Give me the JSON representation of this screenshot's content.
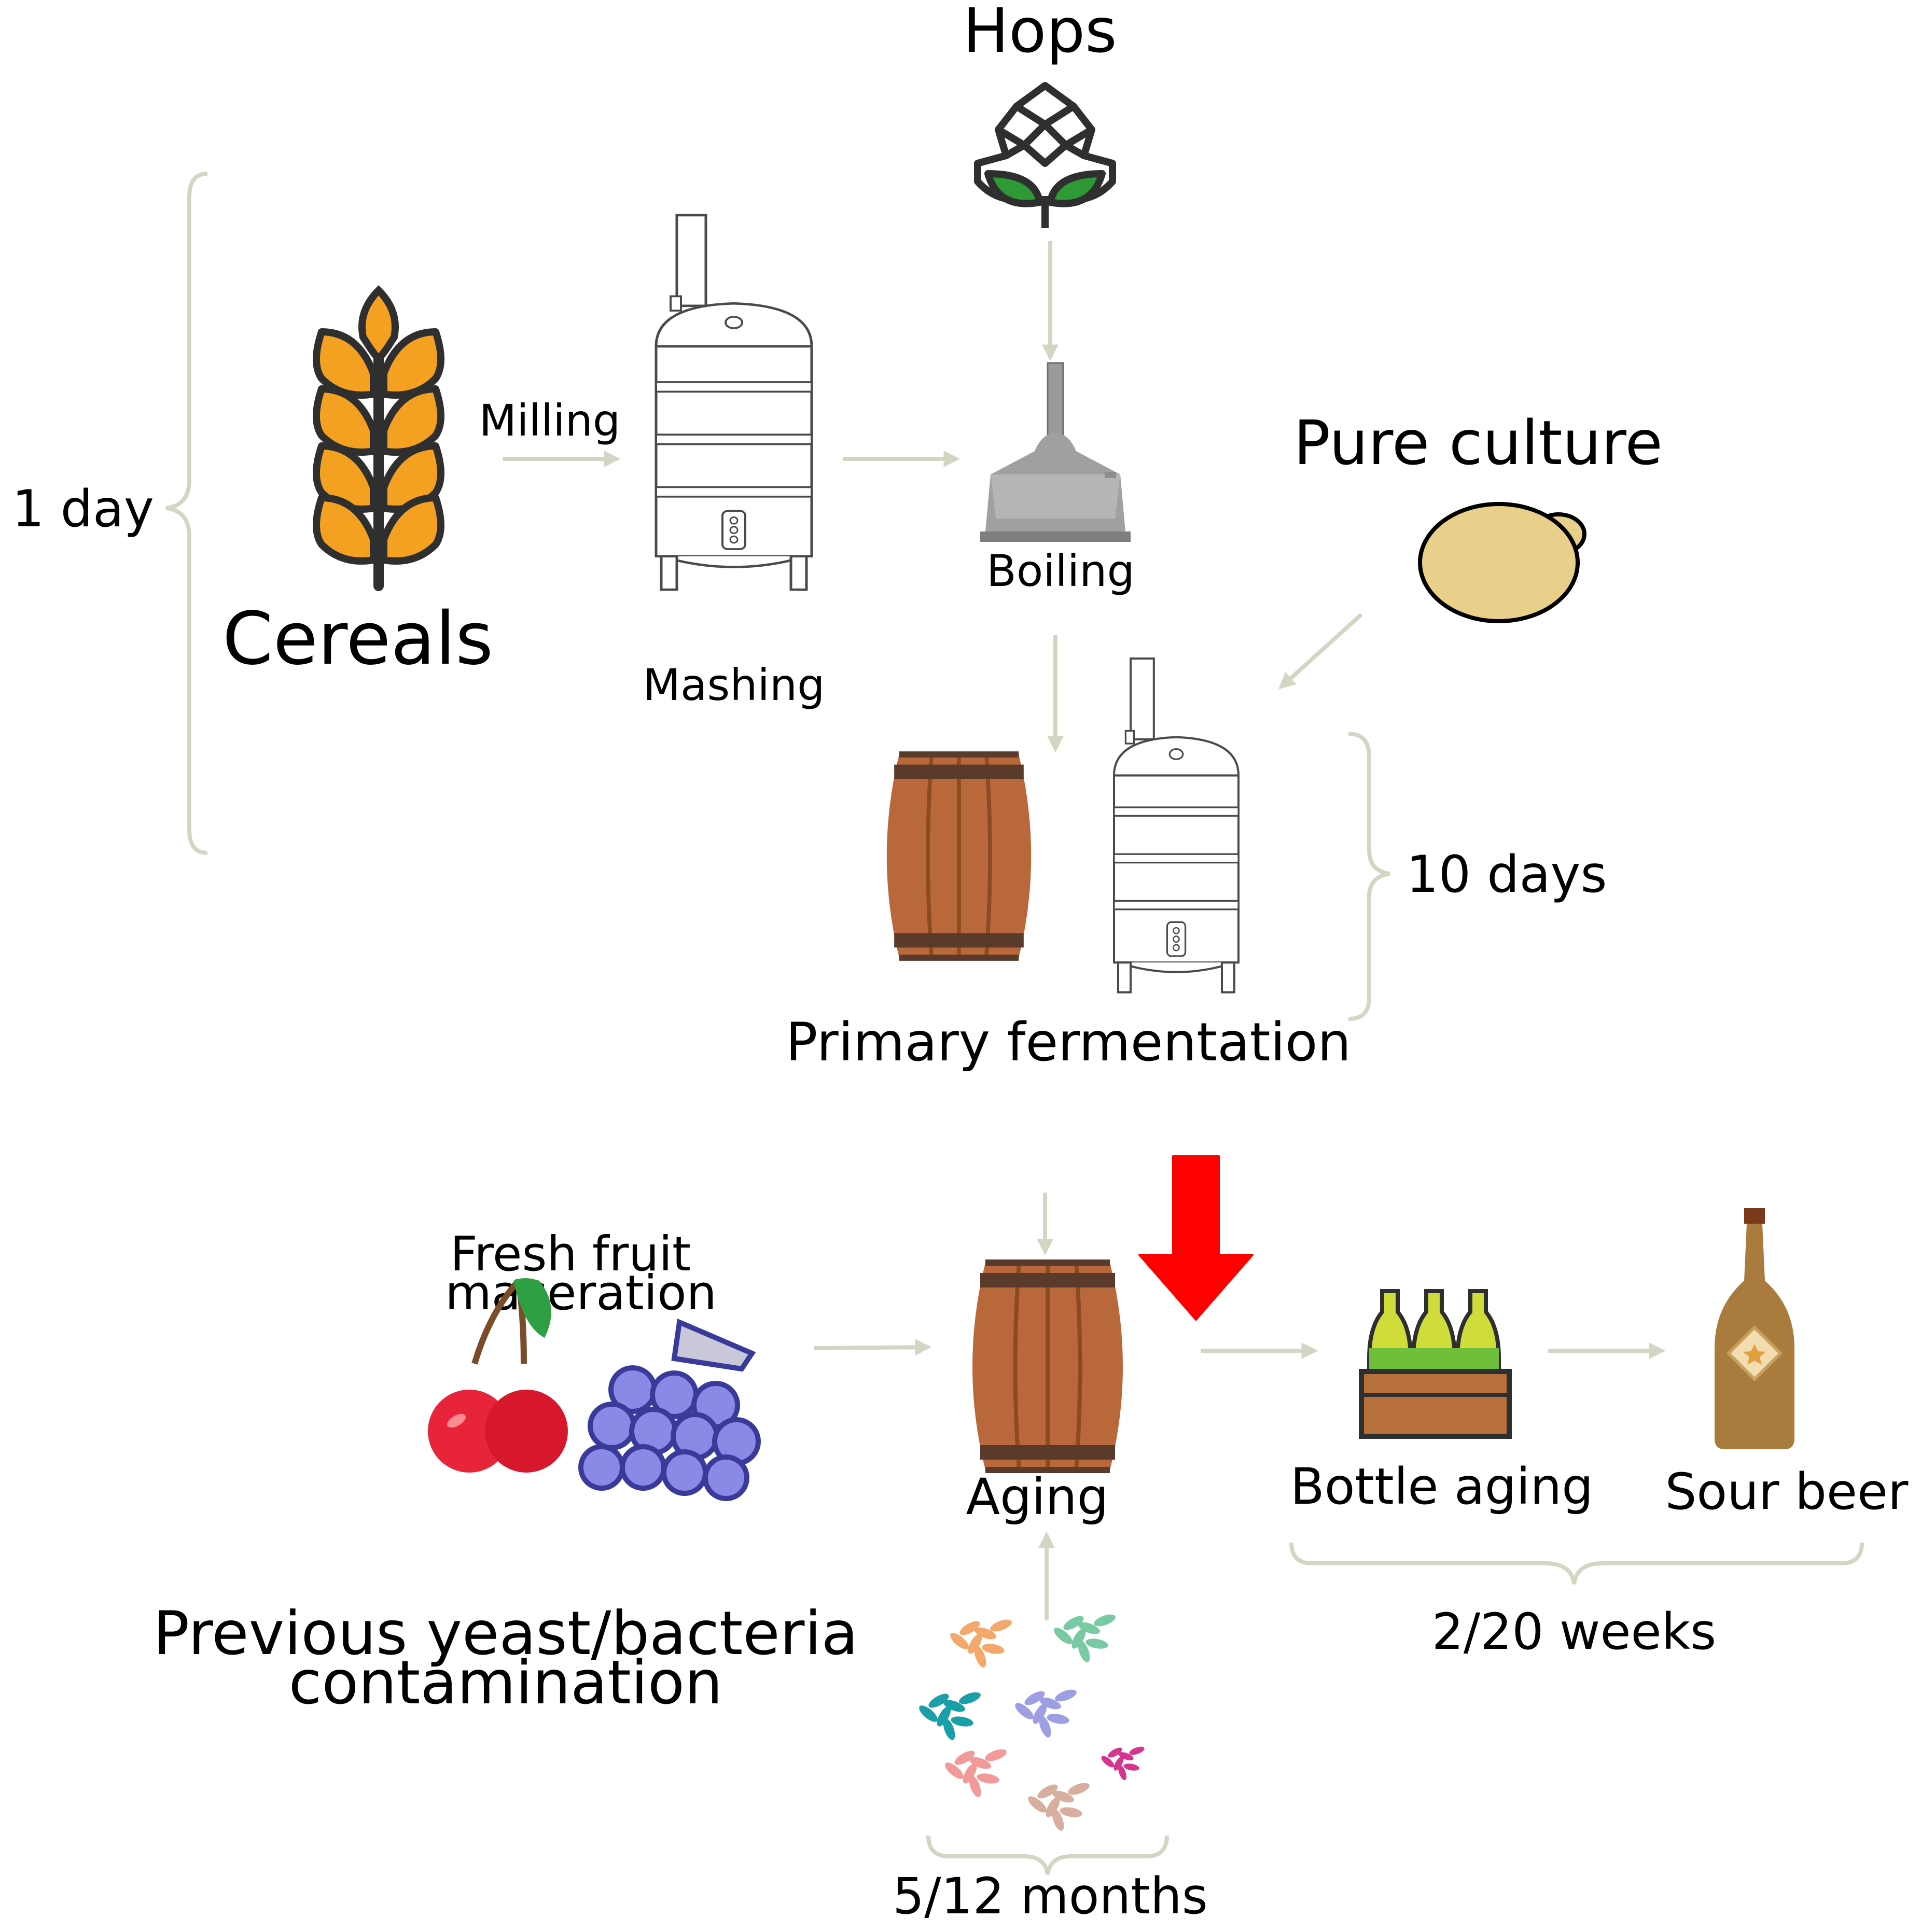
{
  "labels": {
    "hops": "Hops",
    "milling": "Milling",
    "one_day": "1 day",
    "cereals": "Cereals",
    "mashing": "Mashing",
    "boiling": "Boiling",
    "pure_culture": "Pure culture",
    "ten_days": "10 days",
    "primary_fermentation": "Primary fermentation",
    "fresh_fruit_line1": "Fresh fruit",
    "fresh_fruit_line2": "maceration",
    "aging": "Aging",
    "bottle_aging": "Bottle aging",
    "sour_beer": "Sour beer",
    "two_twenty_weeks": "2/20 weeks",
    "previous_line1": "Previous yeast/bacteria",
    "previous_line2": "contamination",
    "five_twelve_months": "5/12 months"
  },
  "icons": {
    "cereals": "wheat-icon",
    "hops": "hop-cone-icon",
    "mashing": "mash-tun-icon",
    "boiling": "brew-kettle-icon",
    "pure_culture": "yeast-cell-icon",
    "barrel": "wooden-barrel-icon",
    "fermenter": "fermentation-tank-icon",
    "cherries": "cherries-icon",
    "grapes": "grapes-icon",
    "bottle_crate": "beer-crate-icon",
    "bottle": "beer-bottle-icon",
    "microbes": "microbe-cluster-icon"
  },
  "colors": {
    "flow_arrow": "#d4d6c4",
    "brace": "#d4d6c4",
    "highlight_arrow": "#ff0000",
    "wheat": "#f4a021",
    "hop_leaf": "#2e9a35",
    "barrel": "#b8683a",
    "yeast": "#e8d08a",
    "cherry": "#e8243a",
    "grape": "#8a8ae6",
    "bottle": "#a97b3d"
  }
}
